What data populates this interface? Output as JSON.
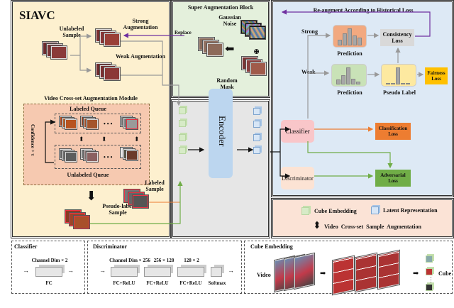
{
  "siavc": {
    "title": "SIAVC",
    "unlabeled_sample": "Unlabeled Sample",
    "strong_aug": "Strong Augmentation",
    "weak_aug": "Weak Augmentation",
    "vcam_title": "Video Cross-set Augmentation Module",
    "labeled_queue": "Labeled Queue",
    "unlabeled_queue": "Unlabeled Queue",
    "confidence": "Confidence > τ",
    "ellipsis": "• • •",
    "pseudo_label_sample": "Pseudo-label Sample",
    "labeled_sample": "Labeled Sample"
  },
  "super_aug": {
    "title": "Super Augmentation Block",
    "gaussian_noise": "Gaussian Noise",
    "random_mask": "Random Mask",
    "replace": "Replace",
    "plus": "⊕"
  },
  "encoder": {
    "label": "Encoder"
  },
  "reaug": {
    "title": "Re-augment According to Historical Loss",
    "strong": "Strong",
    "weak": "Weak",
    "prediction_strong": "Prediction",
    "prediction_weak": "Prediction",
    "pseudo_label": "Pseudo Label",
    "consistency_loss": "Consistency Loss",
    "fairness_loss": "Fairness Loss",
    "classifier": "Classifier",
    "discriminator": "Discriminator",
    "classification_loss": "Classification Loss",
    "adversarial_loss": "Adversarial Loss",
    "hist_strong": [
      0.35,
      0.7,
      1.0,
      0.6,
      0.45
    ],
    "hist_weak": [
      0.3,
      0.55,
      1.0,
      0.35,
      0.15
    ],
    "hist_pseudo": [
      0.05,
      0.05,
      1.0,
      0.05,
      0.05
    ]
  },
  "legend": {
    "cube_embedding": "Cube Embedding",
    "latent_representation": "Latent Representation",
    "cross_set": "Video  Cross-set  Sample  Augmentation",
    "arrow_glyph": "⬍"
  },
  "bottom": {
    "classifier_title": "Classifier",
    "classifier_dim": "Channel Dim × 2",
    "classifier_layer": "FC",
    "discriminator_title": "Discriminator",
    "disc_layers": [
      {
        "dim": "Channel Dim × 256",
        "label": "FC+ReLU"
      },
      {
        "dim": "256 × 128",
        "label": "FC+ReLU"
      },
      {
        "dim": "128 × 2",
        "label": "FC+ReLU"
      },
      {
        "dim": "",
        "label": "Softmax"
      }
    ],
    "cube_title": "Cube Embedding",
    "video_label": "Video",
    "cube_label": "Cube",
    "vdots": "⋮"
  },
  "colors": {
    "siavc_bg": "#fdf0cf",
    "super_bg": "#e4f0dc",
    "reaug_bg": "#dde9f5",
    "encoder_panel_bg": "#e6e6e6",
    "legend_bg": "#fbe3d6",
    "vcam_bg": "#f6c9b0",
    "encoder_fill": "#bcd6ef",
    "strong_pred": "#f2a980",
    "weak_pred": "#c9e2b7",
    "pseudo_label": "#fde9a0",
    "consistency": "#d9d9d9",
    "fairness": "#ffc000",
    "classifier": "#f9c6c9",
    "discriminator": "#fce3d4",
    "classification_loss": "#ed7d31",
    "adversarial_loss": "#70ad47",
    "purple": "#7030a0",
    "orange_line": "#ed7d31",
    "green_line": "#70ad47",
    "gray_line": "#999999"
  }
}
